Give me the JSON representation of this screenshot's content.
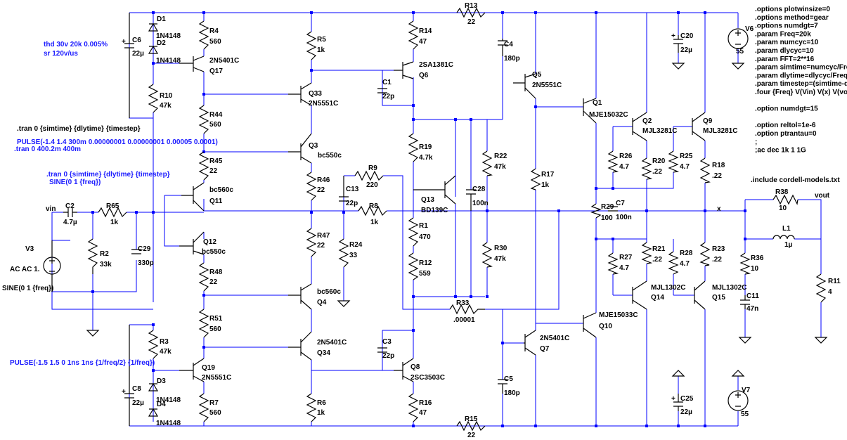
{
  "notes": {
    "thd": "thd 30v 20k 0.005%",
    "sr": "sr 120v/us"
  },
  "directives": {
    "tran_top": ".tran 0 {simtime} {dlytime} {timestep}",
    "pulse1": "PULSE(-1.4 1.4 300m 0.00000001 0.00000001 0.00005 0.0001)",
    "tran2": ".tran 0 400.2m 400m",
    "tran3": ".tran 0 {simtime} {dlytime} {timestep}",
    "sine1": "SINE(0 1 {freq})",
    "v3_ac": "AC AC 1.",
    "v3_sine": "SINE(0 1 {freq})",
    "pulse2": "PULSE(-1.5 1.5 0 1ns 1ns {1/freq/2} {1/freq})",
    "include": ".include cordell-models.txt",
    "options": [
      ".options plotwinsize=0",
      ".options method=gear",
      ".options numdgt=7",
      ".param Freq=20k",
      ".param numcyc=10",
      ".param dlycyc=10",
      ".param FFT=2**16",
      ".param simtime=numcyc/Freq",
      ".param dlytime=dlycyc/Freq",
      ".param timestep=(simtime-dly",
      ".four {Freq} V(Vin) V(x) V(vou",
      "",
      ".option numdgt=15",
      "",
      ".option reltol=1e-6",
      ".option ptrantau=0",
      ";",
      ";ac dec 1k 1 1G"
    ]
  },
  "nets": {
    "vin": "vin",
    "x": "x",
    "vout": "vout"
  },
  "components": {
    "D1": {
      "name": "D1",
      "value": "1N4148"
    },
    "D2": {
      "name": "D2",
      "value": "1N4148"
    },
    "D3": {
      "name": "D3",
      "value": "1N4148"
    },
    "D4": {
      "name": "D4",
      "value": "1N4148"
    },
    "C6": {
      "name": "C6",
      "value": "22µ"
    },
    "C8": {
      "name": "C8",
      "value": "22µ"
    },
    "R10": {
      "name": "R10",
      "value": "47k"
    },
    "R3": {
      "name": "R3",
      "value": "47k"
    },
    "R4": {
      "name": "R4",
      "value": "560"
    },
    "R44": {
      "name": "R44",
      "value": "560"
    },
    "R45": {
      "name": "R45",
      "value": "22"
    },
    "R48": {
      "name": "R48",
      "value": "22"
    },
    "R51": {
      "name": "R51",
      "value": "560"
    },
    "R7": {
      "name": "R7",
      "value": "560"
    },
    "Q17": {
      "name": "Q17",
      "value": "2N5401C"
    },
    "Q11": {
      "name": "Q11",
      "value": "bc560c"
    },
    "Q12": {
      "name": "Q12",
      "value": "bc550c"
    },
    "Q19": {
      "name": "Q19",
      "value": "2N5551C"
    },
    "C2": {
      "name": "C2",
      "value": "4.7µ"
    },
    "R65": {
      "name": "R65",
      "value": "1k"
    },
    "R2": {
      "name": "R2",
      "value": "33k"
    },
    "C29": {
      "name": "C29",
      "value": "330p"
    },
    "V3": {
      "name": "V3"
    },
    "R5": {
      "name": "R5",
      "value": "1k"
    },
    "Q33": {
      "name": "Q33",
      "value": "2N5551C"
    },
    "Q3": {
      "name": "Q3",
      "value": "bc550c"
    },
    "R46": {
      "name": "R46",
      "value": "22"
    },
    "R47": {
      "name": "R47",
      "value": "22"
    },
    "Q4": {
      "name": "Q4",
      "value": "bc560c"
    },
    "Q34": {
      "name": "Q34",
      "value": "2N5401C"
    },
    "R6": {
      "name": "R6",
      "value": "1k"
    },
    "R9": {
      "name": "R9",
      "value": "220"
    },
    "C13": {
      "name": "C13",
      "value": "22p"
    },
    "R8": {
      "name": "R8",
      "value": "1k"
    },
    "R24": {
      "name": "R24",
      "value": "33"
    },
    "R14": {
      "name": "R14",
      "value": "47"
    },
    "Q6": {
      "name": "Q6",
      "value": "2SA1381C"
    },
    "C1": {
      "name": "C1",
      "value": "22p"
    },
    "R19": {
      "name": "R19",
      "value": "4.7k"
    },
    "Q13": {
      "name": "Q13",
      "value": "BD139C"
    },
    "C28": {
      "name": "C28",
      "value": "100n"
    },
    "R1": {
      "name": "R1",
      "value": "470"
    },
    "R12": {
      "name": "R12",
      "value": "559"
    },
    "R33": {
      "name": "R33",
      "value": ".00001"
    },
    "C3": {
      "name": "C3",
      "value": "22p"
    },
    "Q8": {
      "name": "Q8",
      "value": "2SC3503C"
    },
    "R16": {
      "name": "R16",
      "value": "47"
    },
    "R13": {
      "name": "R13",
      "value": "22"
    },
    "R15": {
      "name": "R15",
      "value": "22"
    },
    "C4": {
      "name": "C4",
      "value": "180p"
    },
    "C5": {
      "name": "C5",
      "value": "180p"
    },
    "R22": {
      "name": "R22",
      "value": "47k"
    },
    "R30": {
      "name": "R30",
      "value": "47k"
    },
    "Q5": {
      "name": "Q5",
      "value": "2N5551C"
    },
    "R17": {
      "name": "R17",
      "value": "1k"
    },
    "Q7": {
      "name": "Q7",
      "value": "2N5401C"
    },
    "Q1": {
      "name": "Q1",
      "value": "MJE15032C"
    },
    "Q10": {
      "name": "Q10",
      "value": "MJE15033C"
    },
    "R29": {
      "name": "R29",
      "value": "100"
    },
    "C7": {
      "name": "C7",
      "value": "100n"
    },
    "Q2": {
      "name": "Q2",
      "value": "MJL3281C"
    },
    "Q9": {
      "name": "Q9",
      "value": "MJL3281C"
    },
    "Q14": {
      "name": "Q14",
      "value": "MJL1302C"
    },
    "Q15": {
      "name": "Q15",
      "value": "MJL1302C"
    },
    "R26": {
      "name": "R26",
      "value": "4.7"
    },
    "R20": {
      "name": "R20",
      "value": ".22"
    },
    "R25": {
      "name": "R25",
      "value": "4.7"
    },
    "R18": {
      "name": "R18",
      "value": ".22"
    },
    "R27": {
      "name": "R27",
      "value": "4.7"
    },
    "R21": {
      "name": "R21",
      "value": ".22"
    },
    "R28": {
      "name": "R28",
      "value": "4.7"
    },
    "R23": {
      "name": "R23",
      "value": ".22"
    },
    "C20": {
      "name": "C20",
      "value": "22µ"
    },
    "C25": {
      "name": "C25",
      "value": "22µ"
    },
    "V6": {
      "name": "V6",
      "value": "55"
    },
    "V7": {
      "name": "V7",
      "value": "55"
    },
    "R38": {
      "name": "R38",
      "value": "10"
    },
    "L1": {
      "name": "L1",
      "value": "1µ"
    },
    "R36": {
      "name": "R36",
      "value": "10"
    },
    "C11": {
      "name": "C11",
      "value": "47n"
    },
    "R11": {
      "name": "R11",
      "value": "4"
    }
  }
}
